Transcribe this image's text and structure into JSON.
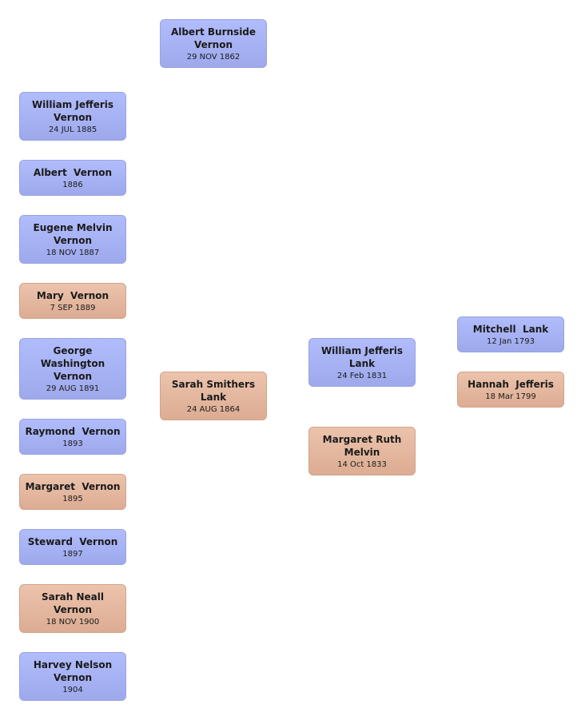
{
  "people": {
    "albert_burnside": {
      "name": "Albert Burnside Vernon",
      "date": "29 NOV 1862",
      "sex": "male"
    },
    "william_jefferis_vernon": {
      "name": "William Jefferis Vernon",
      "date": "24 JUL 1885",
      "sex": "male"
    },
    "albert_vernon": {
      "name": "Albert  Vernon",
      "date": "1886",
      "sex": "male"
    },
    "eugene_melvin": {
      "name": "Eugene Melvin Vernon",
      "date": "18 NOV 1887",
      "sex": "male"
    },
    "mary_vernon": {
      "name": "Mary  Vernon",
      "date": "7 SEP 1889",
      "sex": "female"
    },
    "george_washington": {
      "name": "George Washington Vernon",
      "date": "29 AUG 1891",
      "sex": "male"
    },
    "raymond_vernon": {
      "name": "Raymond  Vernon",
      "date": "1893",
      "sex": "male"
    },
    "margaret_vernon": {
      "name": "Margaret  Vernon",
      "date": "1895",
      "sex": "female"
    },
    "steward_vernon": {
      "name": "Steward  Vernon",
      "date": "1897",
      "sex": "male"
    },
    "sarah_neall": {
      "name": "Sarah Neall Vernon",
      "date": "18 NOV 1900",
      "sex": "female"
    },
    "harvey_nelson": {
      "name": "Harvey Nelson Vernon",
      "date": "1904",
      "sex": "male"
    },
    "sarah_smithers": {
      "name": "Sarah Smithers Lank",
      "date": "24 AUG 1864",
      "sex": "female"
    },
    "william_jefferis_lank": {
      "name": "William Jefferis Lank",
      "date": "24 Feb 1831",
      "sex": "male"
    },
    "margaret_ruth": {
      "name": "Margaret Ruth Melvin",
      "date": "14 Oct 1833",
      "sex": "female"
    },
    "mitchell_lank": {
      "name": "Mitchell  Lank",
      "date": "12 Jan 1793",
      "sex": "male"
    },
    "hannah_jefferis": {
      "name": "Hannah  Jefferis",
      "date": "18 Mar 1799",
      "sex": "female"
    }
  },
  "colors": {
    "male": "#a8b4f6",
    "female": "#e4b8a0"
  }
}
